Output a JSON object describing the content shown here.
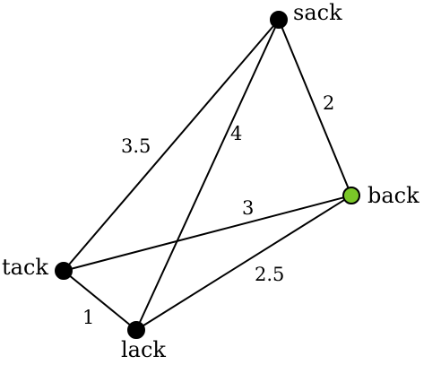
{
  "graph": {
    "nodes": [
      {
        "id": "sack",
        "label": "sack",
        "color": "#000000"
      },
      {
        "id": "back",
        "label": "back",
        "color": "#7ac728"
      },
      {
        "id": "tack",
        "label": "tack",
        "color": "#000000"
      },
      {
        "id": "lack",
        "label": "lack",
        "color": "#000000"
      }
    ],
    "edges": [
      {
        "from": "sack",
        "to": "back",
        "weight": "2"
      },
      {
        "from": "sack",
        "to": "tack",
        "weight": "3.5"
      },
      {
        "from": "sack",
        "to": "lack",
        "weight": "4"
      },
      {
        "from": "tack",
        "to": "back",
        "weight": "3"
      },
      {
        "from": "lack",
        "to": "back",
        "weight": "2.5"
      },
      {
        "from": "tack",
        "to": "lack",
        "weight": "1"
      }
    ]
  }
}
